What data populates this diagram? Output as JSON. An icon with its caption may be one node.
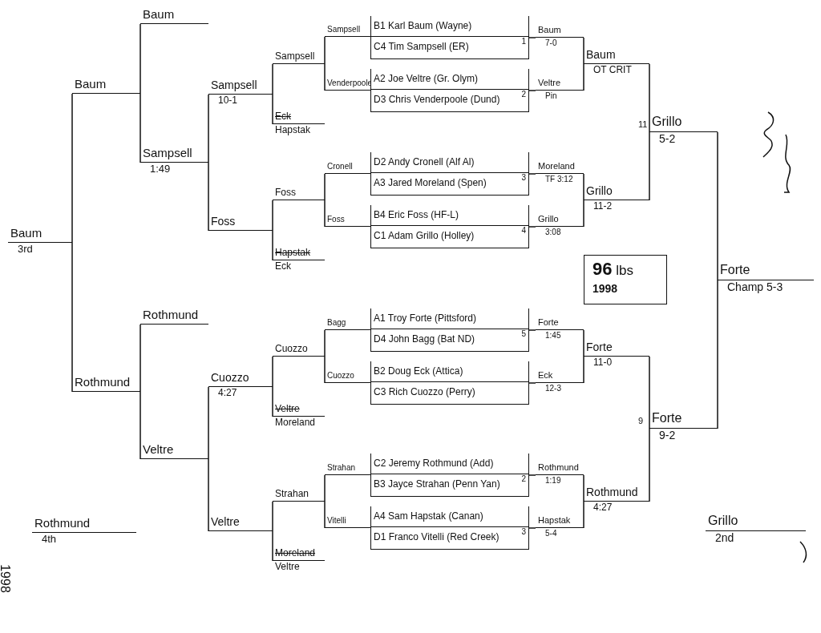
{
  "diagram": {
    "nodes": [
      {
        "text": [
          "Baum",
          "3rd"
        ]
      },
      {
        "text": [
          "Baum"
        ]
      },
      {
        "text": [
          "Rothmund"
        ]
      },
      {
        "text": [
          "Baum"
        ]
      },
      {
        "text": [
          "Sampsell",
          "1:49"
        ]
      },
      {
        "text": [
          "Rothmund"
        ]
      },
      {
        "text": [
          "Veltre"
        ]
      },
      {
        "text": [
          "Sampsell",
          "10-1"
        ]
      },
      {
        "text": [
          "Foss"
        ]
      },
      {
        "text": [
          "Cuozzo",
          "4:27"
        ]
      },
      {
        "text": [
          "Veltre"
        ]
      },
      {
        "text": [
          "Sampsell"
        ]
      },
      {
        "text": [
          "Eck",
          "Hapstak"
        ]
      },
      {
        "text": [
          "Foss"
        ]
      },
      {
        "text": [
          "Hapstak",
          "Eck"
        ]
      },
      {
        "text": [
          "Cuozzo"
        ]
      },
      {
        "text": [
          "Veltre",
          "Moreland"
        ]
      },
      {
        "text": [
          "Strahan"
        ]
      },
      {
        "text": [
          "Moreland",
          "Veltre"
        ]
      },
      {
        "text": [
          "Sampsell"
        ]
      },
      {
        "text": [
          "Venderpoole"
        ]
      },
      {
        "text": [
          "Cronell"
        ]
      },
      {
        "text": [
          "Foss"
        ]
      },
      {
        "text": [
          "Bagg"
        ]
      },
      {
        "text": [
          "Cuozzo"
        ]
      },
      {
        "text": [
          "Strahan"
        ]
      },
      {
        "text": [
          "Vitelli"
        ]
      },
      {
        "text": [
          "Rothmund",
          "4th"
        ]
      },
      {
        "text": [
          "B1 Karl Baum (Wayne)",
          "C4 Tim Sampsell (ER)",
          "1"
        ]
      },
      {
        "text": [
          "A2 Joe Veltre (Gr. Olym)",
          "D3 Chris Venderpoole (Dund)",
          "2"
        ]
      },
      {
        "text": [
          "D2 Andy Cronell (Alf Al)",
          "A3 Jared Moreland (Spen)",
          "3"
        ]
      },
      {
        "text": [
          "B4 Eric Foss (HF-L)",
          "C1 Adam Grillo (Holley)",
          "4"
        ]
      },
      {
        "text": [
          "A1 Troy Forte (Pittsford)",
          "D4 John Bagg (Bat ND)",
          "5"
        ]
      },
      {
        "text": [
          "B2 Doug Eck (Attica)",
          "C3 Rich Cuozzo (Perry)"
        ]
      },
      {
        "text": [
          "C2 Jeremy Rothmund (Add)",
          "B3 Jayce Strahan (Penn Yan)",
          "2"
        ]
      },
      {
        "text": [
          "A4 Sam Hapstak (Canan)",
          "D1 Franco Vitelli (Red Creek)",
          "3"
        ]
      },
      {
        "text": [
          "Baum",
          "7-0"
        ]
      },
      {
        "text": [
          "Veltre",
          "Pin"
        ]
      },
      {
        "text": [
          "Moreland",
          "TF 3:12"
        ]
      },
      {
        "text": [
          "Grillo",
          "3:08"
        ]
      },
      {
        "text": [
          "Forte",
          "1:45"
        ]
      },
      {
        "text": [
          "Eck",
          "12-3"
        ]
      },
      {
        "text": [
          "Rothmund",
          "1:19"
        ]
      },
      {
        "text": [
          "Hapstak",
          "5-4"
        ]
      },
      {
        "text": [
          "Baum",
          "OT CRIT"
        ]
      },
      {
        "text": [
          "Grillo",
          "11-2"
        ]
      },
      {
        "text": [
          "Forte",
          "11-0"
        ]
      },
      {
        "text": [
          "Rothmund",
          "4:27"
        ]
      },
      {
        "text": [
          "Grillo",
          "5-2"
        ],
        "beside": [
          "11"
        ]
      },
      {
        "text": [
          "Forte",
          "9-2"
        ],
        "beside": [
          "9"
        ]
      },
      {
        "text": [
          "Forte",
          "Champ 5-3"
        ]
      },
      {
        "text": [
          "Grillo",
          "2nd"
        ]
      },
      {
        "text": [
          "**96** lbs",
          "1998"
        ]
      }
    ],
    "edges": [
      {
        "from": 19,
        "to": 11,
        "arrow": "none"
      },
      {
        "from": 20,
        "to": 11,
        "arrow": "none"
      },
      {
        "from": 11,
        "to": 7,
        "arrow": "none"
      },
      {
        "from": 12,
        "to": 7,
        "arrow": "none"
      },
      {
        "from": 21,
        "to": 13,
        "arrow": "none"
      },
      {
        "from": 22,
        "to": 13,
        "arrow": "none"
      },
      {
        "from": 13,
        "to": 8,
        "arrow": "none"
      },
      {
        "from": 14,
        "to": 8,
        "arrow": "none"
      },
      {
        "from": 7,
        "to": 4,
        "arrow": "none"
      },
      {
        "from": 8,
        "to": 4,
        "arrow": "none"
      },
      {
        "from": 3,
        "to": 1,
        "arrow": "none"
      },
      {
        "from": 4,
        "to": 1,
        "arrow": "none"
      },
      {
        "from": 23,
        "to": 15,
        "arrow": "none"
      },
      {
        "from": 24,
        "to": 15,
        "arrow": "none"
      },
      {
        "from": 15,
        "to": 9,
        "arrow": "none"
      },
      {
        "from": 16,
        "to": 9,
        "arrow": "none"
      },
      {
        "from": 25,
        "to": 17,
        "arrow": "none"
      },
      {
        "from": 26,
        "to": 17,
        "arrow": "none"
      },
      {
        "from": 17,
        "to": 10,
        "arrow": "none"
      },
      {
        "from": 18,
        "to": 10,
        "arrow": "none"
      },
      {
        "from": 9,
        "to": 6,
        "arrow": "none"
      },
      {
        "from": 10,
        "to": 6,
        "arrow": "none"
      },
      {
        "from": 5,
        "to": 2,
        "arrow": "none"
      },
      {
        "from": 6,
        "to": 2,
        "arrow": "none"
      },
      {
        "from": 1,
        "to": 0,
        "arrow": "none"
      },
      {
        "from": 2,
        "to": 0,
        "arrow": "none"
      },
      {
        "from": 28,
        "to": 36,
        "arrow": "none"
      },
      {
        "from": 29,
        "to": 37,
        "arrow": "none"
      },
      {
        "from": 30,
        "to": 38,
        "arrow": "none"
      },
      {
        "from": 31,
        "to": 39,
        "arrow": "none"
      },
      {
        "from": 32,
        "to": 40,
        "arrow": "none"
      },
      {
        "from": 33,
        "to": 41,
        "arrow": "none"
      },
      {
        "from": 34,
        "to": 42,
        "arrow": "none"
      },
      {
        "from": 35,
        "to": 43,
        "arrow": "none"
      },
      {
        "from": 36,
        "to": 44,
        "arrow": "none"
      },
      {
        "from": 37,
        "to": 44,
        "arrow": "none"
      },
      {
        "from": 38,
        "to": 45,
        "arrow": "none"
      },
      {
        "from": 39,
        "to": 45,
        "arrow": "none"
      },
      {
        "from": 40,
        "to": 46,
        "arrow": "none"
      },
      {
        "from": 41,
        "to": 46,
        "arrow": "none"
      },
      {
        "from": 42,
        "to": 47,
        "arrow": "none"
      },
      {
        "from": 43,
        "to": 47,
        "arrow": "none"
      },
      {
        "from": 44,
        "to": 48,
        "arrow": "none"
      },
      {
        "from": 45,
        "to": 48,
        "arrow": "none"
      },
      {
        "from": 46,
        "to": 49,
        "arrow": "none"
      },
      {
        "from": 47,
        "to": 49,
        "arrow": "none"
      },
      {
        "from": 48,
        "to": 50,
        "arrow": "none"
      },
      {
        "from": 49,
        "to": 50,
        "arrow": "none"
      }
    ],
    "labels": [
      "1998"
    ]
  }
}
